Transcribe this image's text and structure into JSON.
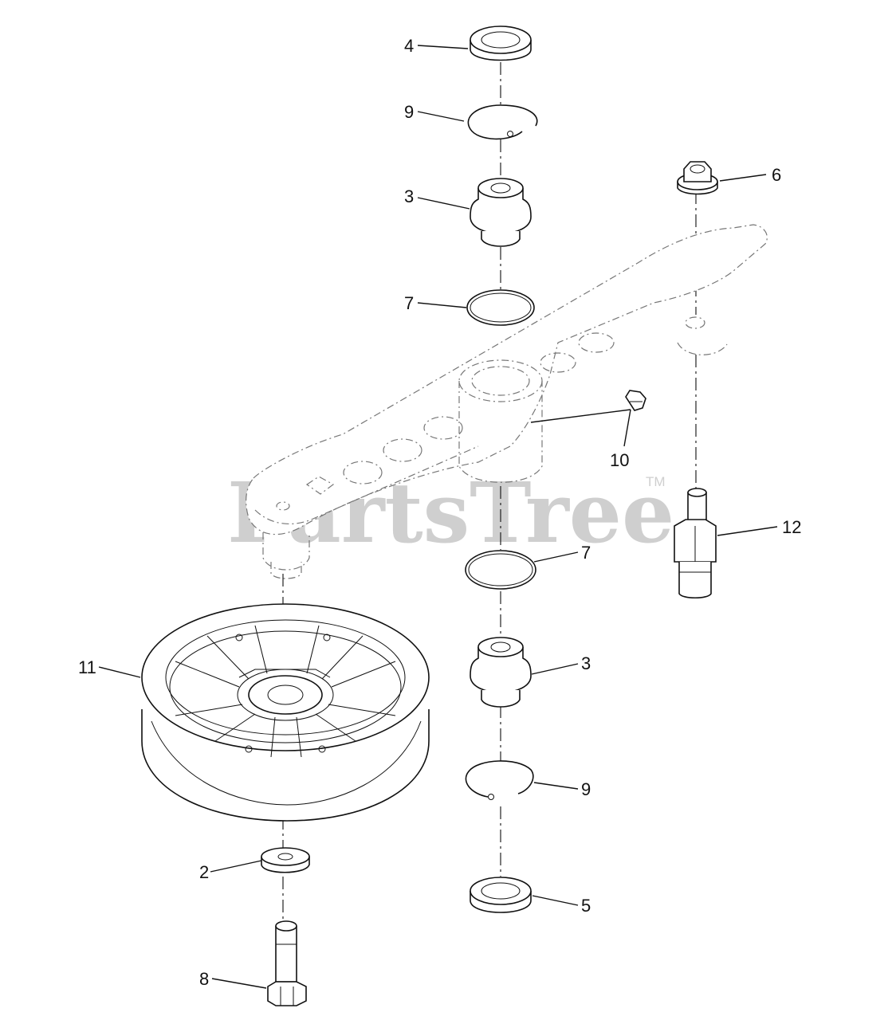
{
  "watermark": {
    "text": "PartsTree",
    "trademark": "TM"
  },
  "callouts": [
    {
      "id": "c4",
      "label": "4"
    },
    {
      "id": "c9a",
      "label": "9"
    },
    {
      "id": "c3a",
      "label": "3"
    },
    {
      "id": "c6",
      "label": "6"
    },
    {
      "id": "c7a",
      "label": "7"
    },
    {
      "id": "c10",
      "label": "10"
    },
    {
      "id": "c12",
      "label": "12"
    },
    {
      "id": "c7b",
      "label": "7"
    },
    {
      "id": "c11",
      "label": "11"
    },
    {
      "id": "c3b",
      "label": "3"
    },
    {
      "id": "c9b",
      "label": "9"
    },
    {
      "id": "c2",
      "label": "2"
    },
    {
      "id": "c5",
      "label": "5"
    },
    {
      "id": "c8",
      "label": "8"
    }
  ]
}
